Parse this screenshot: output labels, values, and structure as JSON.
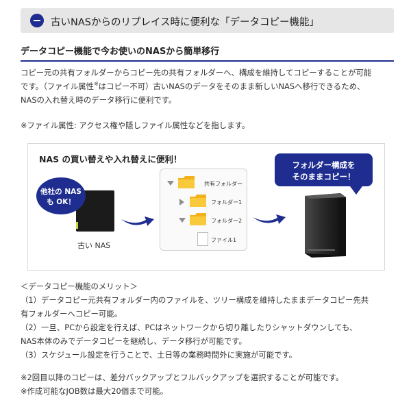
{
  "header": {
    "title": "古いNASからのリプレイス時に便利な「データコピー機能」",
    "icon": "minus-circle-icon",
    "accent": "#1e2d8f"
  },
  "section_title": "データコピー機能で今お使いのNASから簡単移行",
  "intro": {
    "line1": "コピー元の共有フォルダーからコピー先の共有フォルダーへ、構成を維持してコピーすることが可能",
    "line2a": "です。（ファイル属性",
    "line2_sup": "※",
    "line2b": "はコピー不可）古いNASのデータをそのまま新しいNASへ移行できるため、",
    "line3": "NASの入れ替え時のデータ移行に便利です。"
  },
  "attr_note": "※ファイル属性: アクセス権や隠しファイル属性などを指します。",
  "figure": {
    "title": "NAS の買い替えや入れ替えに便利！",
    "bubble_line1": "他社の NAS",
    "bubble_line2": "も OK！",
    "old_nas_label": "古い NAS",
    "tree": {
      "root": "共有フォルダー",
      "folder1": "フォルダー1",
      "folder2": "フォルダー2",
      "file1": "ファイル1"
    },
    "callout_line1": "フォルダー構成を",
    "callout_line2": "そのままコピー！"
  },
  "merits": {
    "heading": "＜データコピー機能のメリット＞",
    "item1_line1": "（1）データコピー元共有フォルダー内のファイルを、ツリー構成を維持したままデータコピー先共",
    "item1_line2": "有フォルダーへコピー可能。",
    "item2_line1": "（2）一旦、PCから設定を行えば、PCはネットワークから切り離したりシャットダウンしても、",
    "item2_line2": "NAS本体のみでデータコピーを継続し、データ移行が可能です。",
    "item3": "（3）スケジュール設定を行うことで、土日等の業務時間外に実施が可能です。"
  },
  "notes": {
    "note1": "※2回目以降のコピーは、差分バックアップとフルバックアップを選択することが可能です。",
    "note2": "※作成可能なJOB数は最大20個まで可能。"
  }
}
